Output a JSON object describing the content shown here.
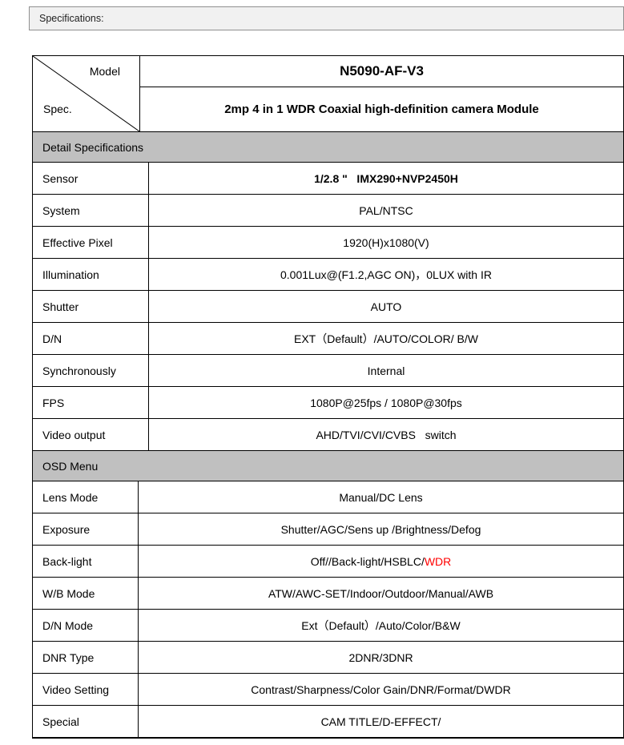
{
  "page": {
    "header": "Specifications:"
  },
  "table": {
    "corner": {
      "top_label": "Model",
      "bottom_label": "Spec."
    },
    "model": "N5090-AF-V3",
    "description": "2mp 4 in 1 WDR Coaxial high-definition camera Module",
    "sections": {
      "detail": {
        "title": "Detail Specifications",
        "rows": [
          {
            "label": "Sensor",
            "value": "1/2.8 \"   IMX290+NVP2450H"
          },
          {
            "label": "System",
            "value": "PAL/NTSC"
          },
          {
            "label": "Effective Pixel",
            "value": "1920(H)x1080(V)"
          },
          {
            "label": "Illumination",
            "value": "0.001Lux@(F1.2,AGC ON)，0LUX with IR"
          },
          {
            "label": "Shutter",
            "value": "AUTO"
          },
          {
            "label": "D/N",
            "value": "EXT（Default）/AUTO/COLOR/ B/W"
          },
          {
            "label": "Synchronously",
            "value": "Internal"
          },
          {
            "label": "FPS",
            "value": "1080P@25fps / 1080P@30fps"
          },
          {
            "label": "Video output",
            "value": "AHD/TVI/CVI/CVBS   switch"
          }
        ]
      },
      "osd": {
        "title": "OSD Menu",
        "rows": [
          {
            "label": "Lens Mode",
            "value": "Manual/DC Lens"
          },
          {
            "label": "Exposure",
            "value": "Shutter/AGC/Sens up /Brightness/Defog"
          },
          {
            "label": "Back-light",
            "value": "Off//Back-light/HSBLC/",
            "value_highlight": "WDR"
          },
          {
            "label": "W/B Mode",
            "value": "ATW/AWC-SET/Indoor/Outdoor/Manual/AWB"
          },
          {
            "label": "D/N Mode",
            "value": "Ext（Default）/Auto/Color/B&W"
          },
          {
            "label": "DNR Type",
            "value": "2DNR/3DNR"
          },
          {
            "label": "Video Setting",
            "value": "Contrast/Sharpness/Color Gain/DNR/Format/DWDR"
          },
          {
            "label": "Special",
            "value": "CAM TITLE/D-EFFECT/"
          }
        ]
      }
    },
    "colors": {
      "section_header_bg": "#c0c0c0",
      "highlight_text": "#ff0000",
      "border": "#000000",
      "top_bar_bg": "#f1f1f1"
    }
  }
}
